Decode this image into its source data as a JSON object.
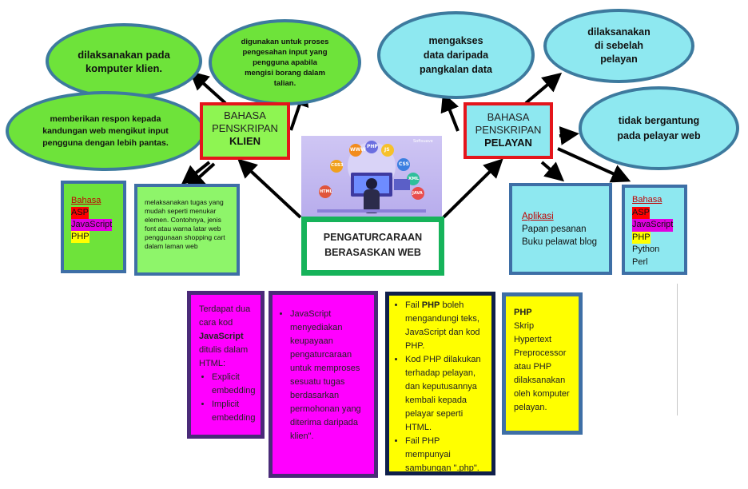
{
  "colors": {
    "green": "#6ee33a",
    "cyan": "#8ee8f0",
    "red_border": "#e4151b",
    "blue_border": "#3e6fa6",
    "magenta": "#ff00ff",
    "yellow": "#ffff00"
  },
  "center": {
    "title_line1": "PENGATURCARAAN",
    "title_line2": "BERASASKAN WEB",
    "image_labels": [
      "WWW",
      "PHP",
      "JS",
      "CSS3",
      "CSS",
      "HTML",
      "XML",
      "JAVA"
    ],
    "image_brand": "Softsuave"
  },
  "client": {
    "label_line1": "BAHASA",
    "label_line2": "PENSKRIPAN",
    "label_line3": "KLIEN",
    "ellipse_top_left": "dilaksanakan pada komputer klien.",
    "ellipse_top_right": "digunakan untuk proses pengesahan input yang pengguna apabila mengisi borang dalam talian.",
    "ellipse_left": "memberikan respon kepada kandungan web mengikut input pengguna dengan lebih pantas.",
    "lang_box": {
      "heading": "Bahasa",
      "items": [
        "ASP",
        "JavaScript",
        "PHP"
      ]
    },
    "desc_box": "melaksanakan tugas yang mudah seperti menukar elemen. Contohnya, jenis font atau warna latar web penggunaan shopping cart dalam laman web"
  },
  "server": {
    "label_line1": "BAHASA",
    "label_line2": "PENSKRIPAN",
    "label_line3": "PELAYAN",
    "ellipse_top_left": "mengakses data daripada pangkalan data",
    "ellipse_top_right": "dilaksanakan di sebelah pelayan",
    "ellipse_right": "tidak bergantung pada pelayar web",
    "app_box": {
      "heading": "Aplikasi",
      "items": [
        "Papan pesanan",
        "Buku pelawat blog"
      ]
    },
    "lang_box": {
      "heading": "Bahasa",
      "items": [
        "ASP",
        "JavaScript",
        "PHP",
        "Python",
        "Perl"
      ]
    }
  },
  "notes": {
    "js_embed": {
      "line1": "Terdapat dua cara kod",
      "bold": "JavaScript",
      "line2": "ditulis dalam HTML:",
      "items": [
        "Explicit embedding",
        "Implicit embedding"
      ]
    },
    "js_desc": "JavaScript menyediakan keupayaan pengaturcaraan untuk memproses sesuatu tugas berdasarkan permohonan yang diterima daripada klien\".",
    "php_points": {
      "p1_pre": "Fail ",
      "p1_bold": "PHP",
      "p1_post": " boleh mengandungi teks, JavaScript dan  kod PHP.",
      "p2": "Kod PHP dilakukan terhadap pelayan, dan keputusannya kembali kepada pelayar seperti HTML.",
      "p3": "Fail PHP mempunyai sambungan \".php\"."
    },
    "php_def": {
      "bold": "PHP",
      "text": "Skrip Hypertext Preprocessor atau PHP dilaksanakan oleh komputer pelayan."
    }
  }
}
